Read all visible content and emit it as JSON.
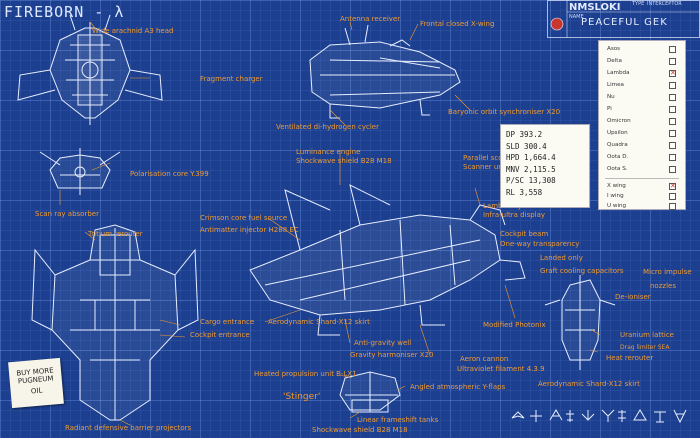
{
  "title": "FIREBORN - λ",
  "header": {
    "code": "NMSLOKI",
    "small1": "TYPE",
    "type": "INTERCEPTOR",
    "small2": "NAME",
    "name": "PEACEFUL GEK"
  },
  "callouts": {
    "wide_arachnid": "Wide arachnid A3 head",
    "fragment_charger": "Fragment charger",
    "antenna_receiver": "Antenna receiver",
    "frontal_xwing": "Frontal closed X-wing",
    "baryonic": "Baryonic orbit synchroniser X20",
    "ventilated": "Ventilated di-hydrogen cycler",
    "polarisation": "Polarisation core Y.399",
    "scan_ray": "Scan ray absorber",
    "luminance_1": "Luminance engine",
    "luminance_2": "Shockwave shield B28 M18",
    "parallel_1": "Parallel scope",
    "parallel_2": "Scanner unit",
    "lambda_1": "Lambda eye",
    "lambda_2": "Infra-ultra display",
    "cockpit_beam_1": "Cockpit beam",
    "cockpit_beam_2": "One-way transparency",
    "crimson_1": "Crimson core fuel source",
    "crimson_2": "Antimatter injector H288 EC",
    "tritium": "Tritium rerouter",
    "landed_1": "Landed only",
    "landed_2": "Graft cooling capacitors",
    "micro_1": "Micro impulse",
    "micro_2": "nozzles",
    "deioniser": "De-ioniser",
    "cargo": "Cargo entrance",
    "cockpit_ent": "Cockpit entrance",
    "aero_skirt_1": "Aerodynamic Shard-X12 skirt",
    "modified_photonix": "Modified Photonix",
    "antigrav_1": "Anti-gravity well",
    "antigrav_2": "Gravity harmoniser X20",
    "aeron_1": "Aeron cannon",
    "aeron_2": "Ultraviolet filament 4.3.9",
    "uranium": "Uranium lattice",
    "drag_1": "Drag limiter SEA",
    "drag_2": "Heat rerouter",
    "heated": "Heated propulsion unit B-LX1",
    "angled": "Angled atmospheric Y-flaps",
    "aero_skirt_2": "Aerodynamic Shard-X12 skirt",
    "stinger": "'Stinger'",
    "linear": "Linear frameshift tanks",
    "shockwave_bottom": "Shockwave shield B28 M18",
    "radiant": "Radiant defensive barrier projectors"
  },
  "stats": [
    "DP 393.2",
    "SLD 300.4",
    "HPD 1,664.4",
    "MNV 2,115.5",
    "P/SC 13,308",
    "RL 3,558"
  ],
  "checklist": {
    "classes": [
      {
        "label": "Asos",
        "checked": false
      },
      {
        "label": "Delta",
        "checked": false
      },
      {
        "label": "Lambda",
        "checked": true
      },
      {
        "label": "Limea",
        "checked": false
      },
      {
        "label": "Nu",
        "checked": false
      },
      {
        "label": "Pi",
        "checked": false
      },
      {
        "label": "Omicron",
        "checked": false
      },
      {
        "label": "Upsilon",
        "checked": false
      },
      {
        "label": "Quadra",
        "checked": false
      },
      {
        "label": "Oota D.",
        "checked": false
      },
      {
        "label": "Oota S.",
        "checked": false
      }
    ],
    "wings": [
      {
        "label": "X wing",
        "checked": true
      },
      {
        "label": "I wing",
        "checked": false
      },
      {
        "label": "U wing",
        "checked": false
      }
    ]
  },
  "note": [
    "BUY MORE",
    "PUGNEUM",
    "OIL"
  ],
  "colors": {
    "background": "#1c3f8f",
    "callout": "#f29a2e",
    "linework": "#e8eeff",
    "check_mark": "#c9362e"
  }
}
